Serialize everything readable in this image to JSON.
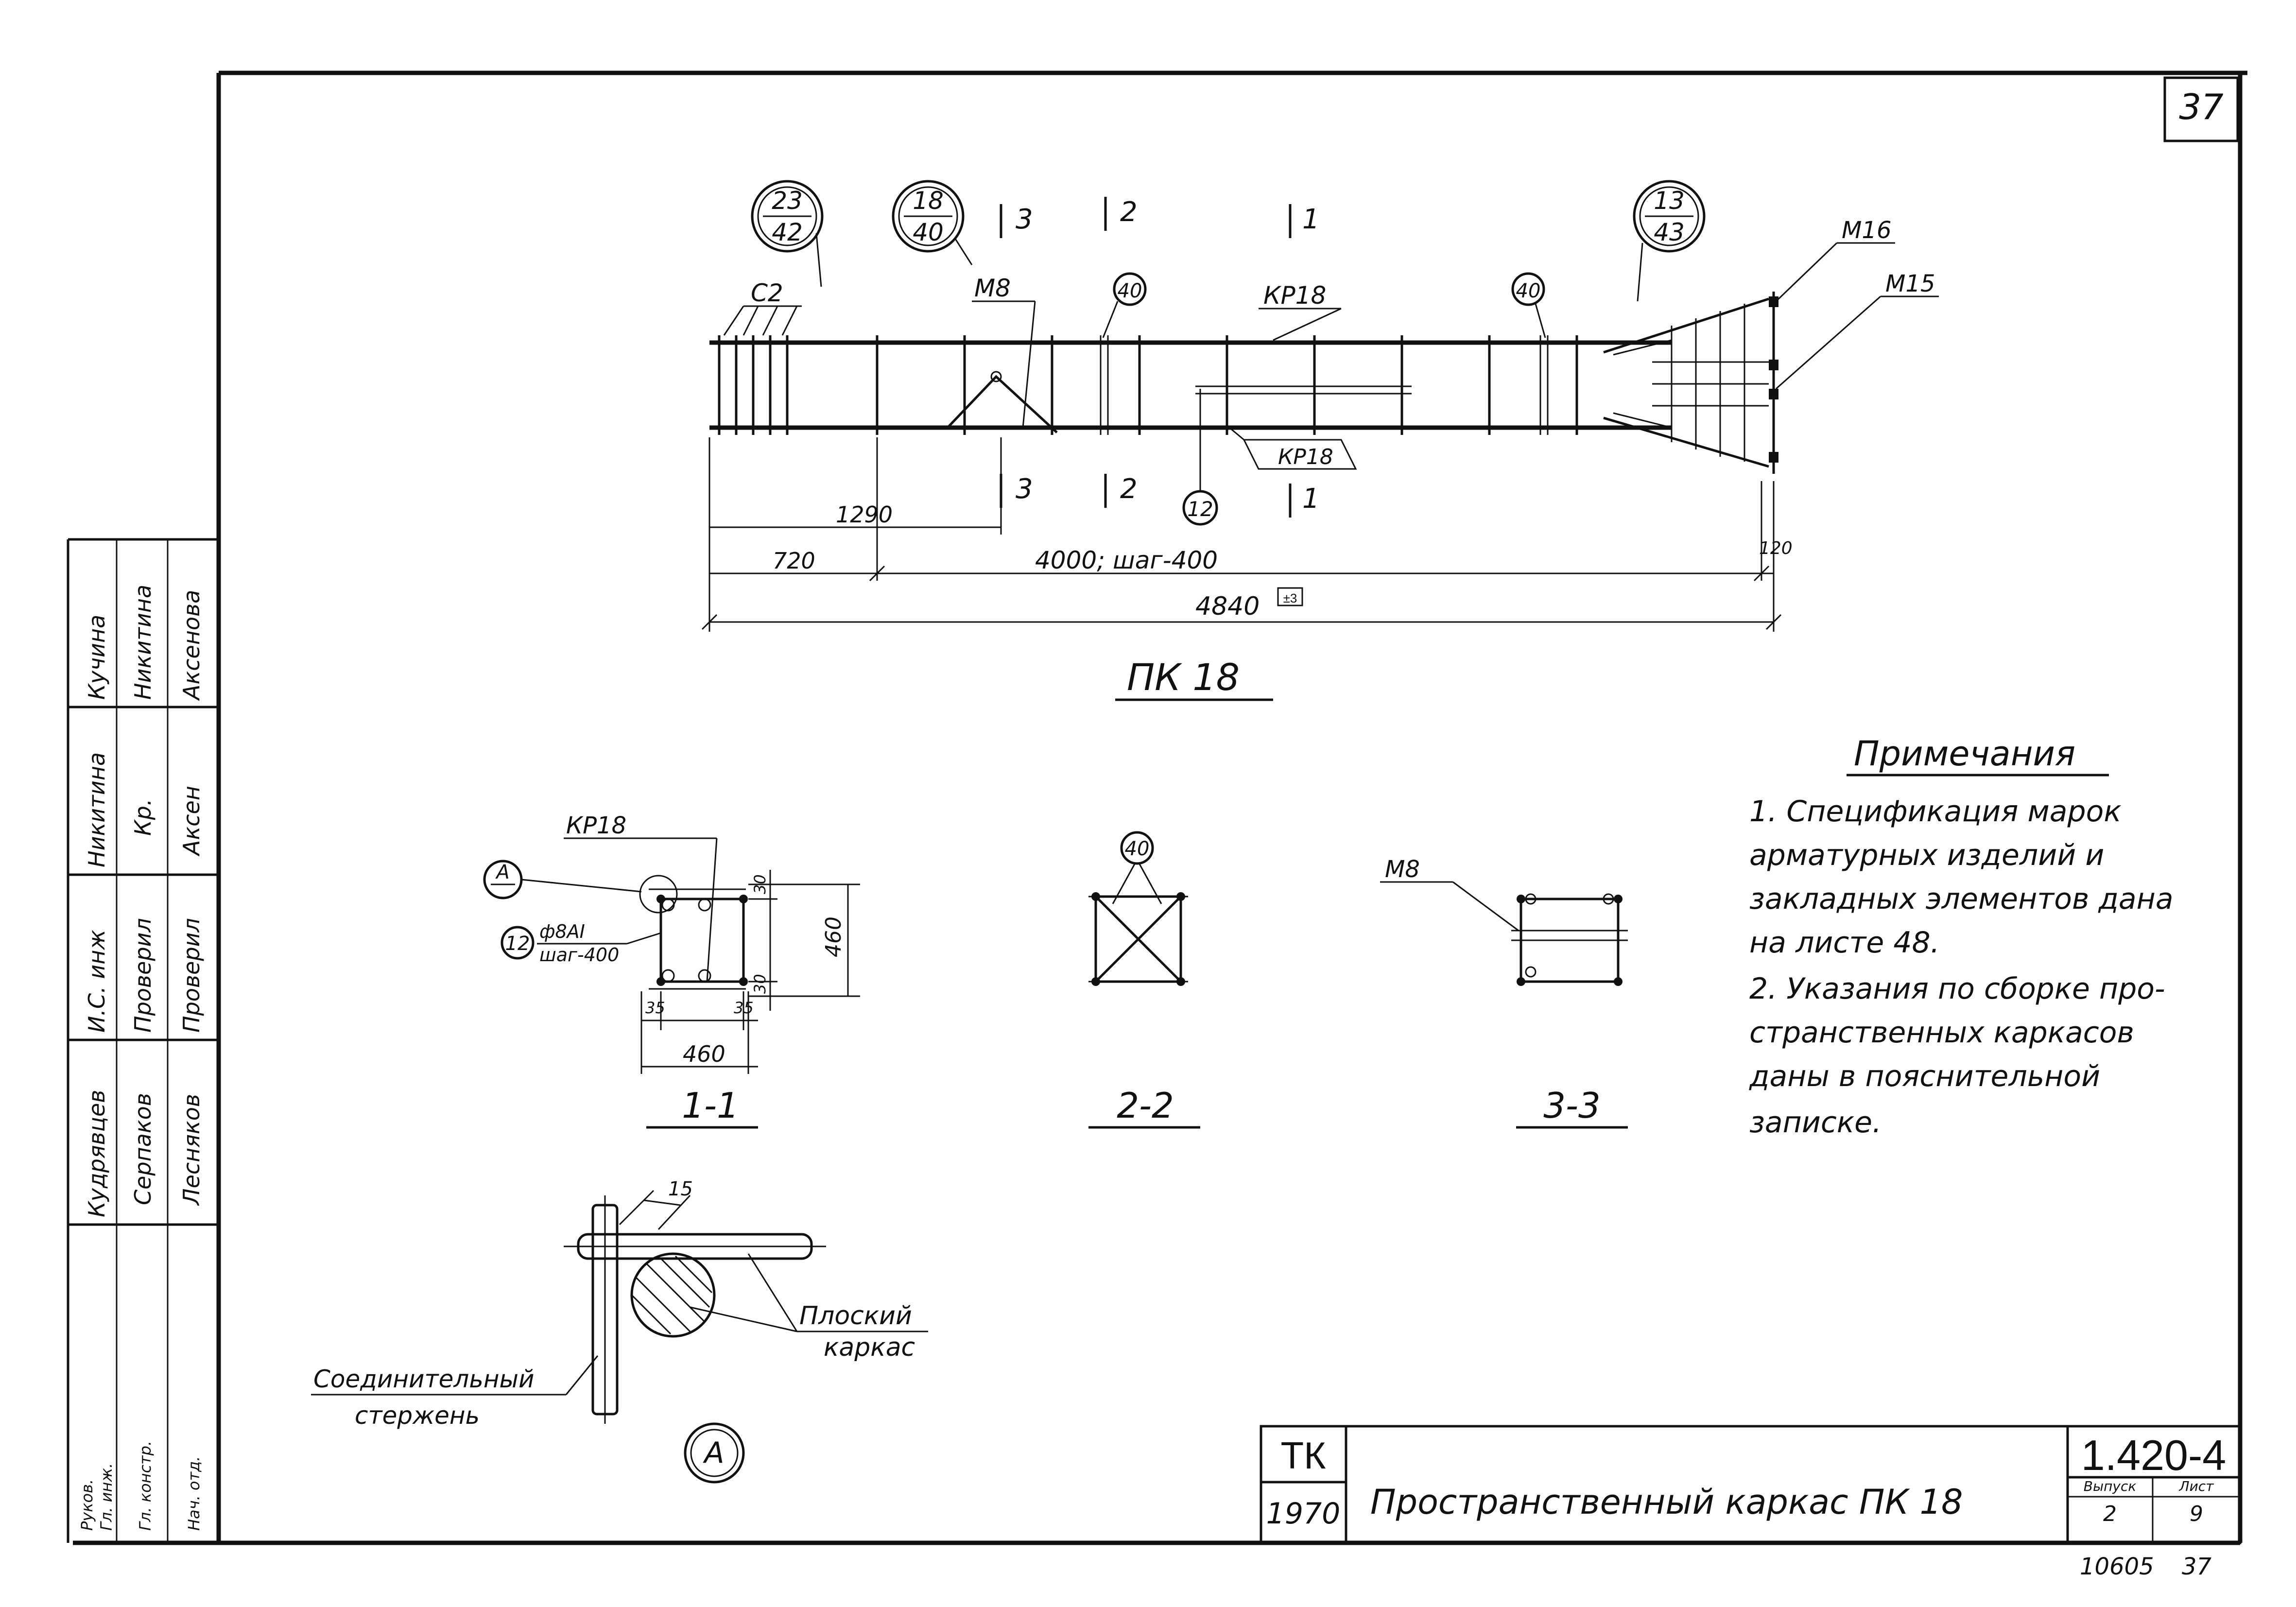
{
  "sheet": {
    "page_no": "37",
    "archive_no": "10605",
    "archive_page": "37"
  },
  "elevation": {
    "callouts": [
      {
        "top": "23",
        "bottom": "42"
      },
      {
        "top": "18",
        "bottom": "40"
      },
      {
        "top": "13",
        "bottom": "43"
      }
    ],
    "section_marks": {
      "s3": "3",
      "s2": "2",
      "s1": "1"
    },
    "labels": {
      "c2": "С2",
      "m8": "М8",
      "kr18_top": "КР18",
      "kr18_bottom": "КР18",
      "m16": "М16",
      "m15": "М15",
      "pos40": "40",
      "pos12": "12"
    },
    "dims": {
      "d1290": "1290",
      "d720": "720",
      "d4000": "4000; шаг-400",
      "d120": "120",
      "d4840": "4840",
      "d4840_note": "±3"
    },
    "title": "ПК 18"
  },
  "section_1_1": {
    "kr18": "КР18",
    "view_a": "А",
    "pos12": "12",
    "bar": "ф8АI",
    "step": "шаг-400",
    "d30a": "30",
    "d30b": "30",
    "d460v": "460",
    "d35a": "35",
    "d35b": "35",
    "d460h": "460",
    "title": "1-1"
  },
  "section_2_2": {
    "pos40": "40",
    "title": "2-2"
  },
  "section_3_3": {
    "m8": "М8",
    "title": "3-3"
  },
  "detail_a": {
    "d15": "15",
    "flat_frame_1": "Плоский",
    "flat_frame_2": "каркас",
    "rod_1": "Соединительный",
    "rod_2": "стержень",
    "mark": "А"
  },
  "notes": {
    "heading": "Примечания",
    "lines": [
      "1. Спецификация марок",
      "арматурных изделий и",
      "закладных элементов дана",
      "на листе 48.",
      "2. Указания по сборке про-",
      "странственных каркасов",
      "даны в пояснительной",
      "записке."
    ]
  },
  "title_block": {
    "org": "ТК",
    "year": "1970",
    "name": "Пространственный каркас ПК 18",
    "code": "1.420-4",
    "issue_label": "Выпуск",
    "sheet_label": "Лист",
    "issue": "2",
    "sheet": "9"
  },
  "stamp": {
    "col1": [
      "Кучина",
      "Никитина",
      "Аксенова"
    ],
    "col2": [
      "Никитина",
      "Кр.",
      "Аксен"
    ],
    "col3": [
      "И.С. инж",
      "Проверил",
      "Проверил"
    ],
    "col4": [
      "Кудрявцев",
      "Серпаков",
      "Лесняков"
    ],
    "col5": [
      "Руков.",
      "Гл. инж.",
      "Гл. констр.",
      "Нач. отд."
    ]
  }
}
